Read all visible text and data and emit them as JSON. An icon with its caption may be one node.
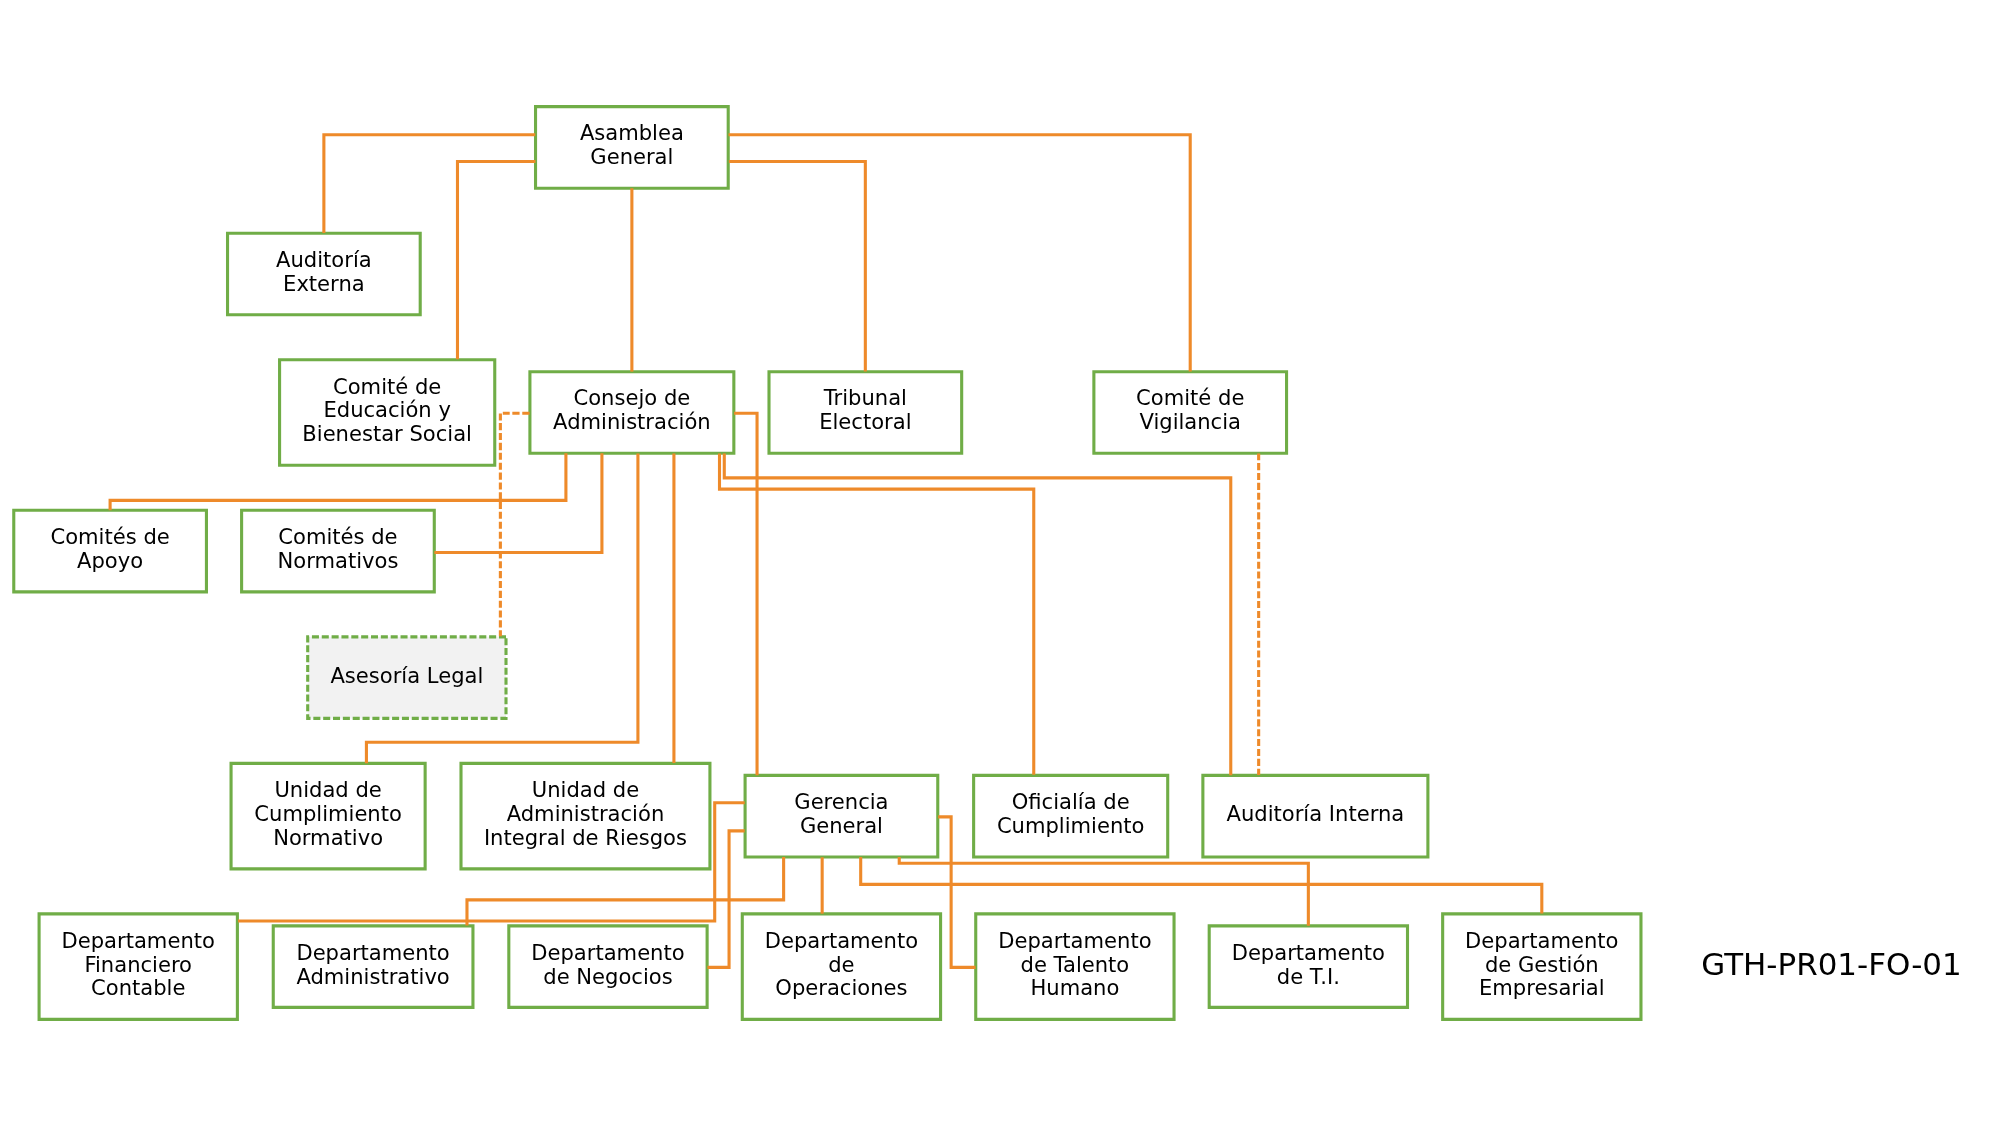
{
  "diagram": {
    "nodes": [
      {
        "text": [
          "Asamblea General"
        ]
      },
      {
        "text": [
          "Auditoría Externa"
        ]
      },
      {
        "text": [
          "Comité de Educación y Bienestar Social"
        ]
      },
      {
        "text": [
          "Consejo de Administración"
        ]
      },
      {
        "text": [
          "Tribunal Electoral"
        ]
      },
      {
        "text": [
          "Comité de Vigilancia"
        ]
      },
      {
        "text": [
          "Comités de Apoyo"
        ]
      },
      {
        "text": [
          "Comités de Normativos"
        ]
      },
      {
        "text": [
          "Asesoría Legal"
        ]
      },
      {
        "text": [
          "Unidad de Cumplimiento Normativo"
        ]
      },
      {
        "text": [
          "Unidad de Administración Integral de Riesgos"
        ]
      },
      {
        "text": [
          "Gerencia General"
        ]
      },
      {
        "text": [
          "Oficialía de Cumplimiento"
        ]
      },
      {
        "text": [
          "Auditoría Interna"
        ]
      },
      {
        "text": [
          "Departamento Financiero Contable"
        ]
      },
      {
        "text": [
          "Departamento Administrativo"
        ]
      },
      {
        "text": [
          "Departamento de Negocios"
        ]
      },
      {
        "text": [
          "Departamento de Operaciones"
        ]
      },
      {
        "text": [
          "Departamento de Talento Humano"
        ]
      },
      {
        "text": [
          "Departamento de T.I."
        ]
      },
      {
        "text": [
          "Departamento de Gestión Empresarial"
        ]
      }
    ],
    "edges": [
      {
        "from": 0,
        "to": 1,
        "arrow": "none"
      },
      {
        "from": 0,
        "to": 2,
        "arrow": "none"
      },
      {
        "from": 0,
        "to": 3,
        "arrow": "none"
      },
      {
        "from": 0,
        "to": 4,
        "arrow": "none"
      },
      {
        "from": 0,
        "to": 5,
        "arrow": "none"
      },
      {
        "from": 3,
        "to": 6,
        "arrow": "none"
      },
      {
        "from": 3,
        "to": 7,
        "arrow": "none"
      },
      {
        "from": 3,
        "to": 8,
        "arrow": "none",
        "style": "dashed"
      },
      {
        "from": 3,
        "to": 9,
        "arrow": "none"
      },
      {
        "from": 3,
        "to": 10,
        "arrow": "none"
      },
      {
        "from": 3,
        "to": 11,
        "arrow": "none"
      },
      {
        "from": 3,
        "to": 12,
        "arrow": "none"
      },
      {
        "from": 3,
        "to": 13,
        "arrow": "none"
      },
      {
        "from": 5,
        "to": 13,
        "arrow": "none",
        "style": "dashed"
      },
      {
        "from": 11,
        "to": 14,
        "arrow": "none"
      },
      {
        "from": 11,
        "to": 15,
        "arrow": "none"
      },
      {
        "from": 11,
        "to": 16,
        "arrow": "none"
      },
      {
        "from": 11,
        "to": 17,
        "arrow": "none"
      },
      {
        "from": 11,
        "to": 18,
        "arrow": "none"
      },
      {
        "from": 11,
        "to": 19,
        "arrow": "none"
      },
      {
        "from": 11,
        "to": 20,
        "arrow": "none"
      }
    ],
    "labels": [
      "GTH-PR01-FO-01"
    ]
  }
}
